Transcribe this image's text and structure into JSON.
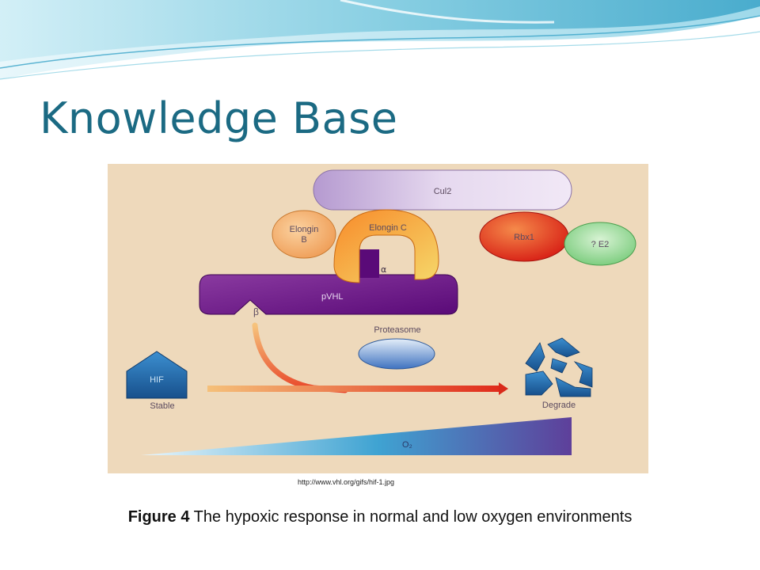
{
  "slide": {
    "title": "Knowledge Base",
    "source_url": "http://www.vhl.org/gifs/hif-1.jpg",
    "caption_bold": "Figure 4",
    "caption_text": " The hypoxic response in normal and low oxygen environments"
  },
  "diagram": {
    "labels": {
      "cul2": "Cul2",
      "elongin_b": [
        "Elongin",
        "B"
      ],
      "elongin_c": "Elongin C",
      "alpha": "α",
      "rbx1": "Rbx1",
      "e2": "? E2",
      "pvhl": "pVHL",
      "beta": "β",
      "proteasome": "Proteasome",
      "hif": "HIF",
      "stable": "Stable",
      "degrade": "Degrade",
      "o2": "O₂"
    },
    "colors": {
      "background": "#eed9bb",
      "cul2": "#c9b4d8",
      "elongin_b": "#f0a35e",
      "elongin_c": "#f4a93a",
      "rbx1": "#e2321f",
      "e2": "#86d28a",
      "pvhl": "#6a0d80",
      "proteasome": "#5b8fd0",
      "hif": "#1f6aa8",
      "arrow": "#e8462a",
      "o2_gradient_start": "#dbeff8",
      "o2_gradient_end": "#5e3f9a"
    }
  }
}
